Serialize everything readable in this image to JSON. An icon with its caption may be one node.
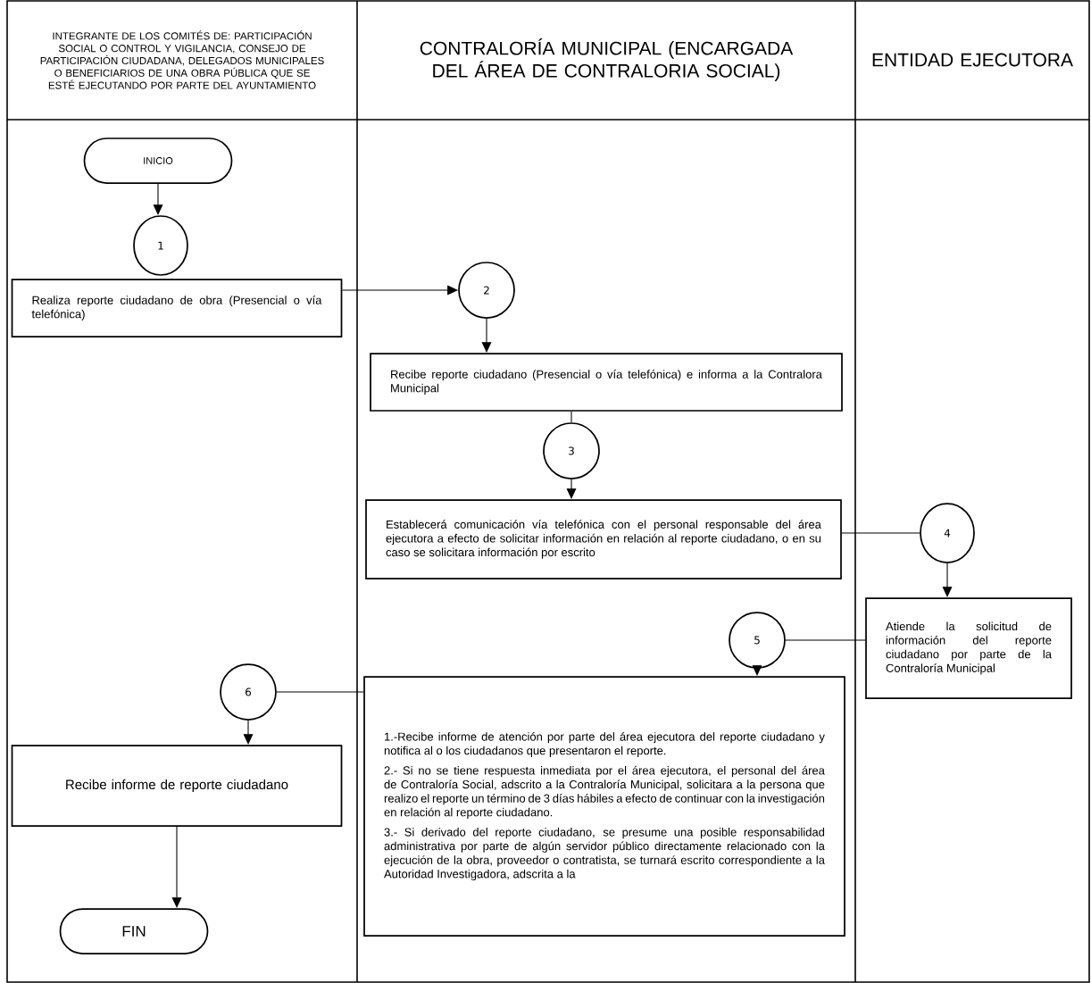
{
  "diagram": {
    "nodes": [
      {
        "text": [
          "INTEGRANTE DE LOS COMITÉS DE: PARTICIPACIÓN SOCIAL O CONTROL Y VIGILANCIA, CONSEJO DE PARTICIPACIÓN CIUDADANA, DELEGADOS MUNICIPALES O BENEFICIARIOS DE UNA OBRA PÚBLICA QUE SE ESTÉ EJECUTANDO POR PARTE DEL AYUNTAMIENTO"
        ]
      },
      {
        "text": [
          "CONTRALORÍA MUNICIPAL (ENCARGADA DEL ÁREA DE CONTRALORIA SOCIAL)"
        ]
      },
      {
        "text": [
          "ENTIDAD EJECUTORA"
        ]
      },
      {
        "text": [
          "INICIO"
        ]
      },
      {
        "text": [
          "1"
        ]
      },
      {
        "text": [
          "Realiza reporte ciudadano de obra (Presencial o vía telefónica)"
        ]
      },
      {
        "text": [
          "2"
        ]
      },
      {
        "text": [
          "Recibe reporte ciudadano (Presencial o vía telefónica) e informa a la Contralora Municipal"
        ]
      },
      {
        "text": [
          "3"
        ]
      },
      {
        "text": [
          "Establecerá comunicación vía telefónica con el personal responsable del área ejecutora a efecto de solicitar información en relación al reporte ciudadano, o en su caso se solicitara información por escrito"
        ]
      },
      {
        "text": [
          "4"
        ]
      },
      {
        "text": [
          "Atiende la solicitud de información del reporte ciudadano por parte de la Contraloría Municipal"
        ]
      },
      {
        "text": [
          "5"
        ]
      },
      {
        "text": [
          "1.-Recibe informe de atención por parte del área ejecutora del reporte ciudadano y notifica al o los ciudadanos que presentaron el reporte.",
          "2.- Si no se tiene respuesta inmediata por el área ejecutora, el personal del área de Contraloría Social, adscrito a la Contraloría Municipal, solicitara a la persona que realizo el reporte un término de 3 días hábiles a efecto de continuar con la investigación en relación al reporte ciudadano.",
          "3.- Si derivado del reporte ciudadano, se presume una posible responsabilidad administrativa por parte de algún servidor público directamente relacionado con la ejecución de la obra, proveedor o contratista, se turnará escrito correspondiente a la Autoridad Investigadora, adscrita a la"
        ]
      },
      {
        "text": [
          "6"
        ]
      },
      {
        "text": [
          "Recibe informe de reporte ciudadano"
        ]
      },
      {
        "text": [
          "FIN"
        ]
      }
    ],
    "edges": [
      {
        "from": 3,
        "to": 4,
        "arrow": "to"
      },
      {
        "from": 5,
        "to": 6,
        "arrow": "to"
      },
      {
        "from": 6,
        "to": 7,
        "arrow": "to"
      },
      {
        "from": 7,
        "to": 8,
        "arrow": "none"
      },
      {
        "from": 8,
        "to": 9,
        "arrow": "to"
      },
      {
        "from": 9,
        "to": 10,
        "arrow": "none"
      },
      {
        "from": 10,
        "to": 11,
        "arrow": "to"
      },
      {
        "from": 11,
        "to": 12,
        "arrow": "none"
      },
      {
        "from": 12,
        "to": 13,
        "arrow": "to"
      },
      {
        "from": 13,
        "to": 14,
        "arrow": "none"
      },
      {
        "from": 14,
        "to": 15,
        "arrow": "to"
      },
      {
        "from": 15,
        "to": 16,
        "arrow": "to"
      }
    ]
  }
}
